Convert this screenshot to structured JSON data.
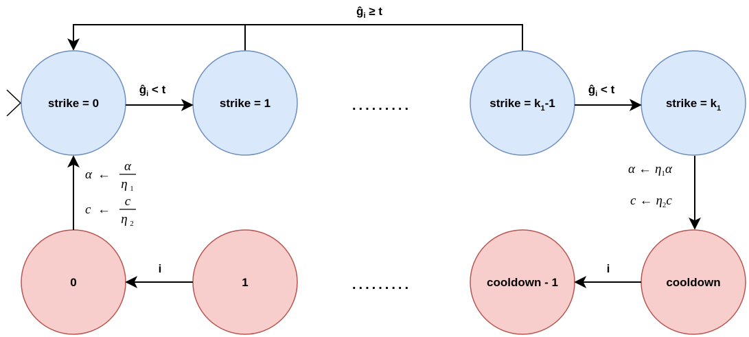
{
  "states": {
    "strike0": "strike = 0",
    "strike1": "strike = 1",
    "strike_k1_minus_1": {
      "base": "strike = k",
      "sub": "1",
      "suffix": "-1"
    },
    "strike_k1": {
      "base": "strike = k",
      "sub": "1"
    },
    "cool0": "0",
    "cool1": "1",
    "cooldown_minus_1": "cooldown - 1",
    "cooldown": "cooldown"
  },
  "ellipsis": ".........",
  "edges": {
    "top_loop": {
      "g": "ĝ",
      "sub": "i",
      "rest": " ≥ t"
    },
    "strike0_to_1": {
      "g": "ĝ",
      "sub": "i",
      "rest": " < t"
    },
    "k1m1_to_k1": {
      "g": "ĝ",
      "sub": "i",
      "rest": " < t"
    },
    "cool1_to_cool0": "i",
    "cooldown_to_cdm1": "i"
  },
  "updates": {
    "reset_alpha": {
      "lhs": "α",
      "arrow": "←",
      "num": "α",
      "den": "η",
      "den_sub": "1"
    },
    "reset_c": {
      "lhs": "c",
      "arrow": "←",
      "num": "c",
      "den": "η",
      "den_sub": "2"
    },
    "decay_alpha": {
      "lhs": "α",
      "arrow": "←",
      "factor": "η",
      "factor_sub": "1",
      "var": "α"
    },
    "decay_c": {
      "lhs": "c",
      "arrow": "←",
      "factor": "η",
      "factor_sub": "2",
      "var": "c"
    }
  },
  "colors": {
    "strike_fill": "#dae8fc",
    "strike_stroke": "#6c8ebf",
    "cool_fill": "#f8cecc",
    "cool_stroke": "#b85450",
    "edge": "#000000"
  }
}
